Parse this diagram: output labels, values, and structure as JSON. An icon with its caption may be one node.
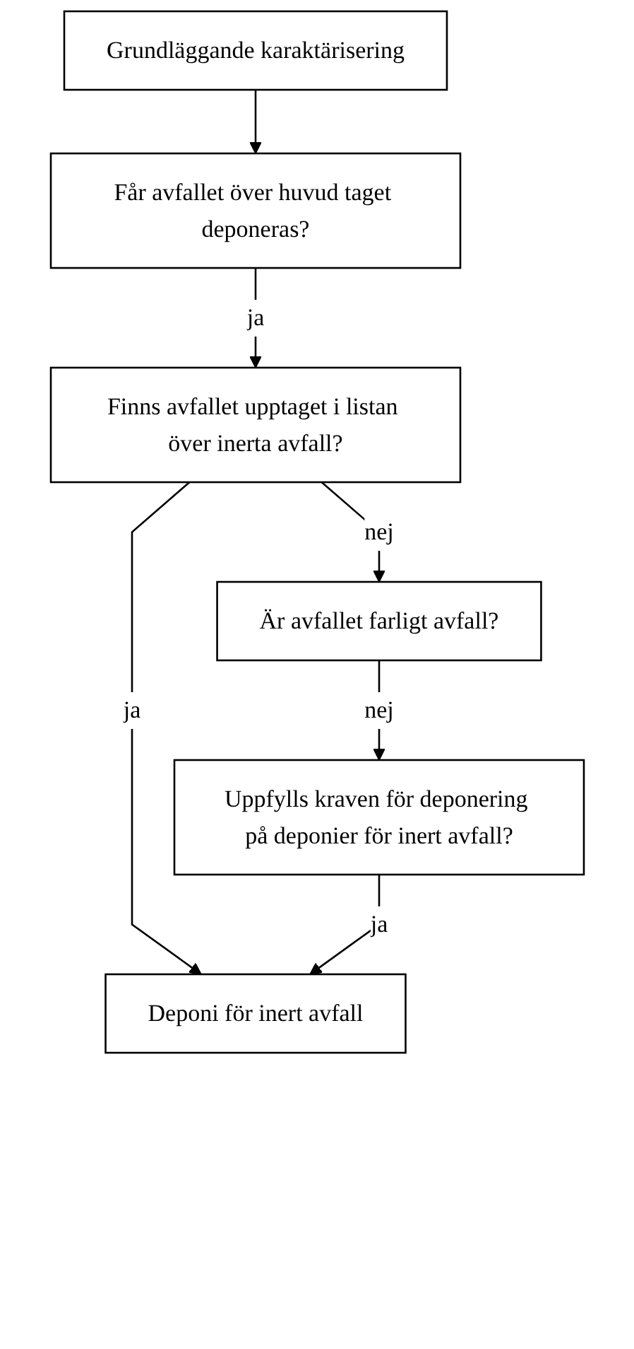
{
  "diagram": {
    "nodes": [
      {
        "text": [
          "Grundläggande karaktärisering"
        ]
      },
      {
        "text": [
          "Får avfallet över huvud taget deponeras?"
        ]
      },
      {
        "text": [
          "Finns avfallet upptaget i listan över inerta avfall?"
        ]
      },
      {
        "text": [
          "Är avfallet farligt avfall?"
        ]
      },
      {
        "text": [
          "Uppfylls kraven för deponering på deponier för inert avfall?"
        ]
      },
      {
        "text": [
          "Deponi för inert avfall"
        ]
      }
    ],
    "edges": [
      {
        "from": 0,
        "to": 1,
        "arrow": "to"
      },
      {
        "from": 1,
        "to": 2,
        "arrow": "to",
        "label": "ja"
      },
      {
        "from": 2,
        "to": 3,
        "arrow": "to",
        "label": "nej"
      },
      {
        "from": 2,
        "to": 5,
        "arrow": "to",
        "label": "ja"
      },
      {
        "from": 3,
        "to": 4,
        "arrow": "to",
        "label": "nej"
      },
      {
        "from": 4,
        "to": 5,
        "arrow": "to",
        "label": "ja"
      }
    ]
  }
}
